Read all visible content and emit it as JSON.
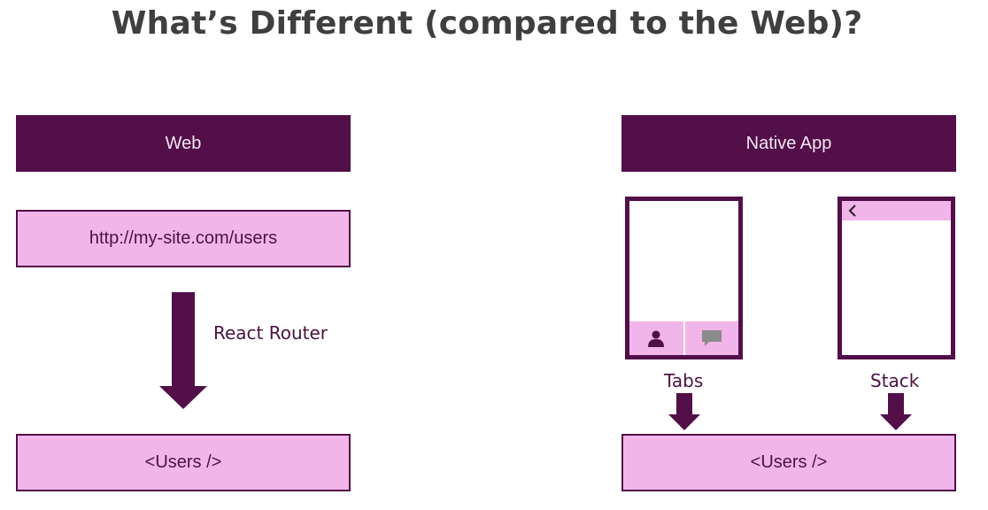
{
  "title": "What’s Different (compared to the Web)?",
  "web": {
    "header": "Web",
    "url": "http://my-site.com/users",
    "router_label": "React Router",
    "component": "<Users />"
  },
  "native": {
    "header": "Native App",
    "tabs_label": "Tabs",
    "stack_label": "Stack",
    "component": "<Users />"
  },
  "colors": {
    "dark": "#520f48",
    "light": "#f1b5ea",
    "icon_gray": "#8a8a8a"
  },
  "icons": {
    "tab1": "user-icon",
    "tab2": "chat-bubble-icon",
    "stack_header": "chevron-left-icon",
    "arrows": "down-arrow-icon"
  }
}
